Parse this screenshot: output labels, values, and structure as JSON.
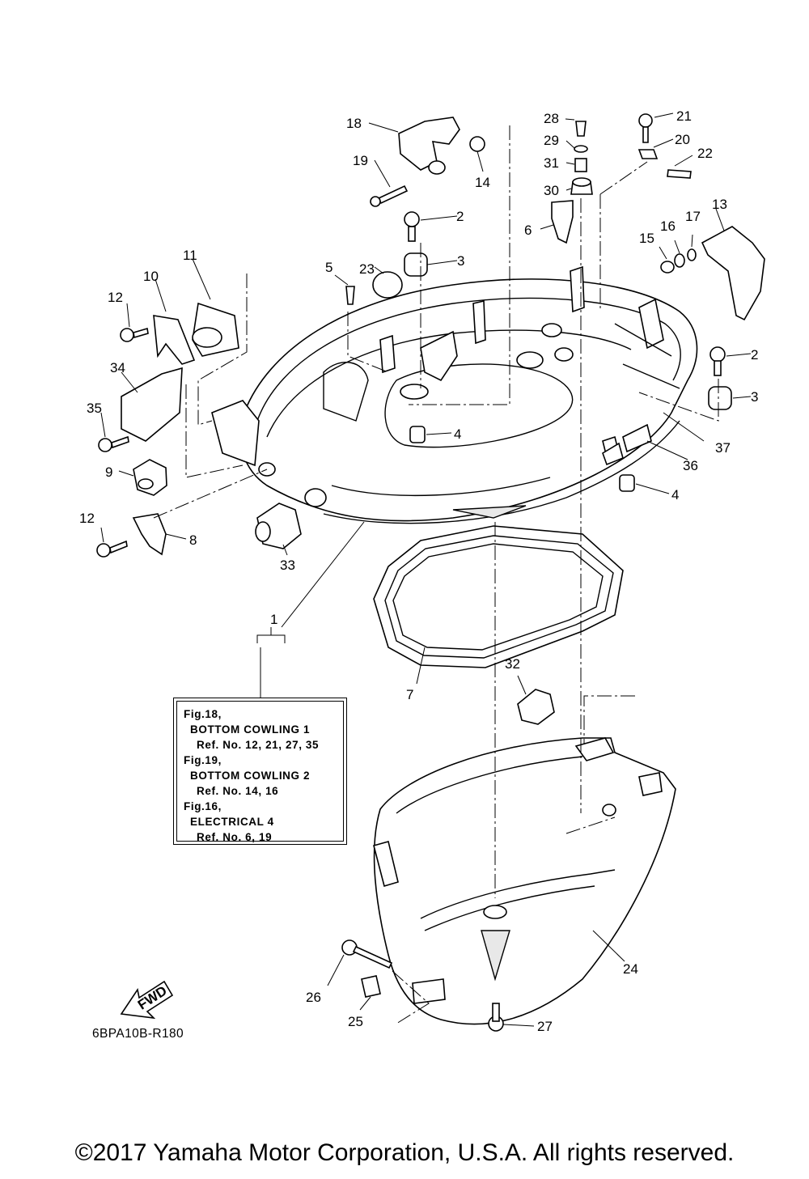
{
  "diagram": {
    "callouts": [
      {
        "id": "n1",
        "text": "1"
      },
      {
        "id": "n2a",
        "text": "2"
      },
      {
        "id": "n2b",
        "text": "2"
      },
      {
        "id": "n3a",
        "text": "3"
      },
      {
        "id": "n3b",
        "text": "3"
      },
      {
        "id": "n4a",
        "text": "4"
      },
      {
        "id": "n4b",
        "text": "4"
      },
      {
        "id": "n5",
        "text": "5"
      },
      {
        "id": "n6",
        "text": "6"
      },
      {
        "id": "n7",
        "text": "7"
      },
      {
        "id": "n8",
        "text": "8"
      },
      {
        "id": "n9",
        "text": "9"
      },
      {
        "id": "n10",
        "text": "10"
      },
      {
        "id": "n11",
        "text": "11"
      },
      {
        "id": "n12a",
        "text": "12"
      },
      {
        "id": "n12b",
        "text": "12"
      },
      {
        "id": "n13",
        "text": "13"
      },
      {
        "id": "n14",
        "text": "14"
      },
      {
        "id": "n15",
        "text": "15"
      },
      {
        "id": "n16",
        "text": "16"
      },
      {
        "id": "n17",
        "text": "17"
      },
      {
        "id": "n18",
        "text": "18"
      },
      {
        "id": "n19",
        "text": "19"
      },
      {
        "id": "n20",
        "text": "20"
      },
      {
        "id": "n21",
        "text": "21"
      },
      {
        "id": "n22",
        "text": "22"
      },
      {
        "id": "n23",
        "text": "23"
      },
      {
        "id": "n24",
        "text": "24"
      },
      {
        "id": "n25",
        "text": "25"
      },
      {
        "id": "n26",
        "text": "26"
      },
      {
        "id": "n27",
        "text": "27"
      },
      {
        "id": "n28",
        "text": "28"
      },
      {
        "id": "n29",
        "text": "29"
      },
      {
        "id": "n30",
        "text": "30"
      },
      {
        "id": "n31",
        "text": "31"
      },
      {
        "id": "n32",
        "text": "32"
      },
      {
        "id": "n33",
        "text": "33"
      },
      {
        "id": "n34",
        "text": "34"
      },
      {
        "id": "n35",
        "text": "35"
      },
      {
        "id": "n36",
        "text": "36"
      },
      {
        "id": "n37",
        "text": "37"
      }
    ],
    "fwd_label": "FWD"
  },
  "reference_box": {
    "lines": [
      "Fig.18,",
      "BOTTOM COWLING 1",
      "Ref. No. 12, 21, 27, 35",
      "Fig.19,",
      "BOTTOM COWLING 2",
      "Ref. No. 14, 16",
      "Fig.16,",
      "ELECTRICAL 4",
      "Ref. No. 6, 19"
    ]
  },
  "diagram_code": "6BPA10B-R180",
  "copyright": "©2017 Yamaha Motor Corporation, U.S.A. All rights reserved."
}
